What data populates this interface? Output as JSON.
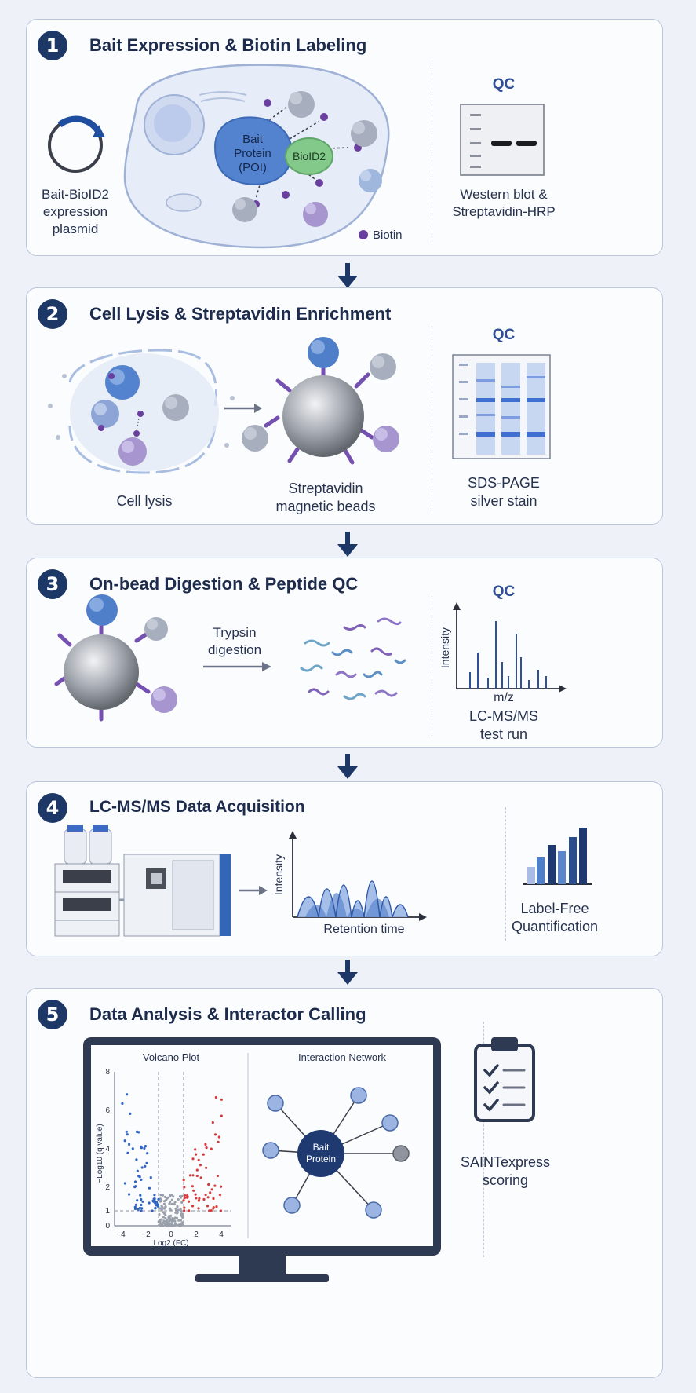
{
  "steps": [
    {
      "num": "1",
      "title": "Bait Expression & Biotin Labeling"
    },
    {
      "num": "2",
      "title": "Cell Lysis & Streptavidin Enrichment"
    },
    {
      "num": "3",
      "title": "On-bead Digestion & Peptide QC"
    },
    {
      "num": "4",
      "title": "LC-MS/MS Data Acquisition"
    },
    {
      "num": "5",
      "title": "Data Analysis & Interactor Calling"
    }
  ],
  "qc_label": "QC",
  "s1": {
    "plasmid": "Bait-BioID2 expression plasmid",
    "plasmid_l1": "Bait-BioID2",
    "plasmid_l2": "expression",
    "plasmid_l3": "plasmid",
    "bait_l1": "Bait",
    "bait_l2": "Protein",
    "bait_l3": "(POI)",
    "fusion": "BioID2",
    "legend": "Biotin",
    "qc_l1": "Western blot &",
    "qc_l2": "Streptavidin-HRP"
  },
  "s2": {
    "lysis": "Cell lysis",
    "beads_l1": "Streptavidin",
    "beads_l2": "magnetic beads",
    "qc_l1": "SDS-PAGE",
    "qc_l2": "silver stain"
  },
  "s3": {
    "trypsin_l1": "Trypsin",
    "trypsin_l2": "digestion",
    "y_axis": "Intensity",
    "x_axis": "m/z",
    "qc_l1": "LC-MS/MS",
    "qc_l2": "test run"
  },
  "s4": {
    "y_axis": "Intensity",
    "x_axis": "Retention time",
    "lfq_l1": "Label-Free",
    "lfq_l2": "Quantification"
  },
  "s5": {
    "volcano_title": "Volcano Plot",
    "volcano_y": "−Log10 (q value)",
    "volcano_x": "Log2 (FC)",
    "x_ticks": [
      "−4",
      "−2",
      "0",
      "2",
      "4"
    ],
    "y_ticks": [
      "8",
      "6",
      "4",
      "2",
      "1",
      "0"
    ],
    "network_title": "Interaction Network",
    "bait_l1": "Bait",
    "bait_l2": "Protein",
    "score_l1": "SAINTexpress",
    "score_l2": "scoring"
  },
  "colors": {
    "badge": "#1d3767",
    "panel_border": "#b9c6dc",
    "bait": "#4f7fc9",
    "bioid": "#7cc683",
    "biotin": "#6b3fa0",
    "accent_blue": "#2f4f96",
    "up_regulated": "#d63b3b",
    "down_regulated": "#2f63c4"
  }
}
